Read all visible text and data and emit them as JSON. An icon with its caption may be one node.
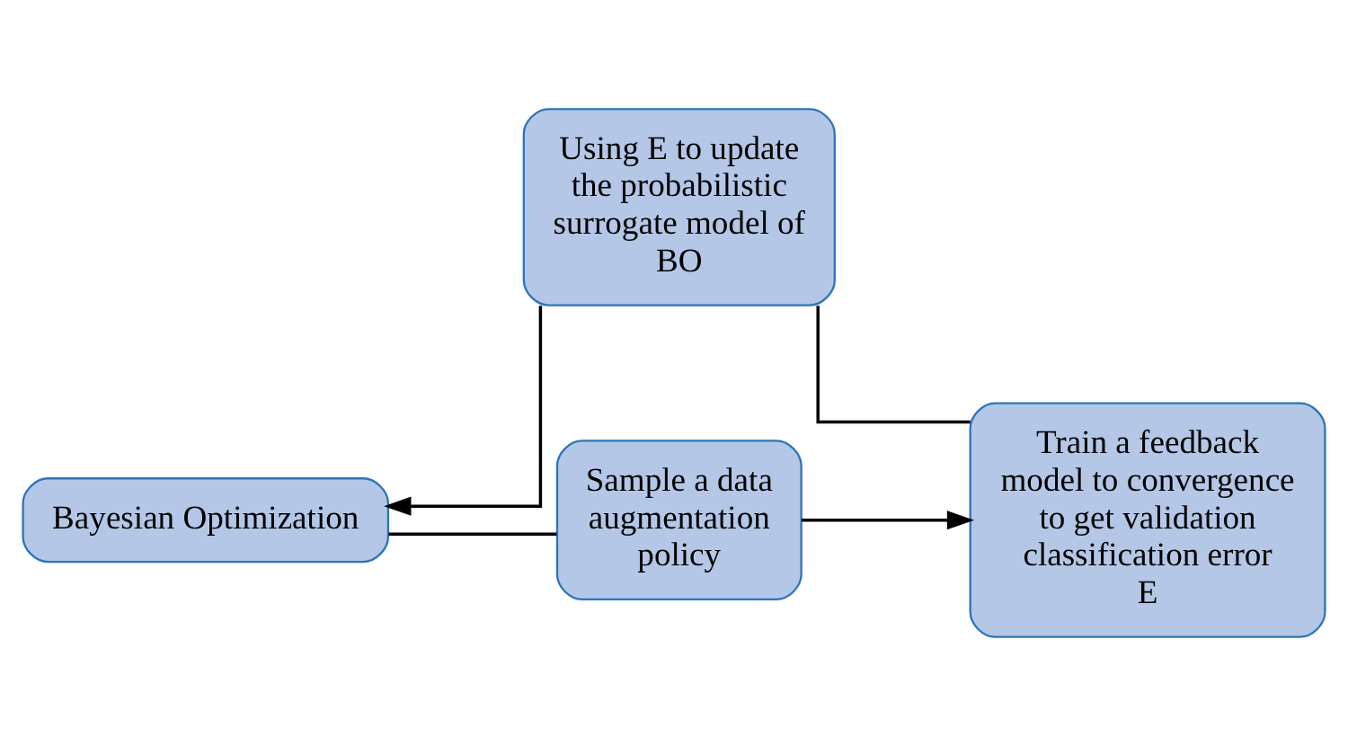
{
  "diagram": {
    "nodes": [
      {
        "text": [
          "Sample a data augmentation policy"
        ]
      },
      {
        "text": [
          "Train a feedback model to convergence to get validation classification error E"
        ]
      },
      {
        "text": [
          "Using E to update the probabilistic surrogate model of BO"
        ]
      },
      {
        "text": [
          "Bayesian Optimization"
        ]
      }
    ],
    "edges": [
      {
        "from": 0,
        "to": 1,
        "arrow": "to"
      },
      {
        "from": 1,
        "to": 2,
        "arrow": "none"
      },
      {
        "from": 2,
        "to": 3,
        "arrow": "to"
      },
      {
        "from": 3,
        "to": 0,
        "arrow": "none"
      }
    ]
  }
}
